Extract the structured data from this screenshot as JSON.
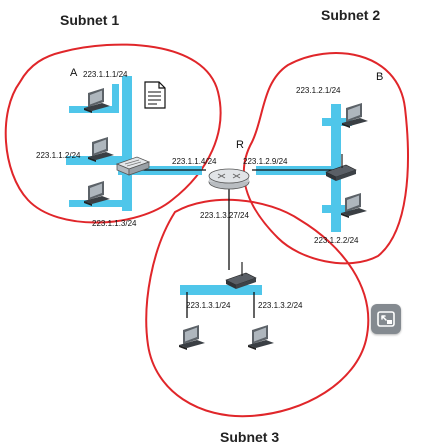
{
  "subnets": {
    "subnet1": "Subnet 1",
    "subnet2": "Subnet 2",
    "subnet3": "Subnet 3"
  },
  "nodes": {
    "host_a": "A",
    "host_b": "B",
    "router": "R"
  },
  "addresses": {
    "a": "223.1.1.1/24",
    "h12": "223.1.1.2/24",
    "h13": "223.1.1.3/24",
    "r_if1": "223.1.1.4/24",
    "r_if2": "223.1.2.9/24",
    "r_if3": "223.1.3.27/24",
    "b": "223.1.2.1/24",
    "h22": "223.1.2.2/24",
    "h31": "223.1.3.1/24",
    "h32": "223.1.3.2/24"
  },
  "colors": {
    "boundary": "#e0262a",
    "link_highlight": "#4fc6ea",
    "button_bg": "#848a90"
  },
  "icons": {
    "corner_button": "picture-in-picture-icon"
  }
}
